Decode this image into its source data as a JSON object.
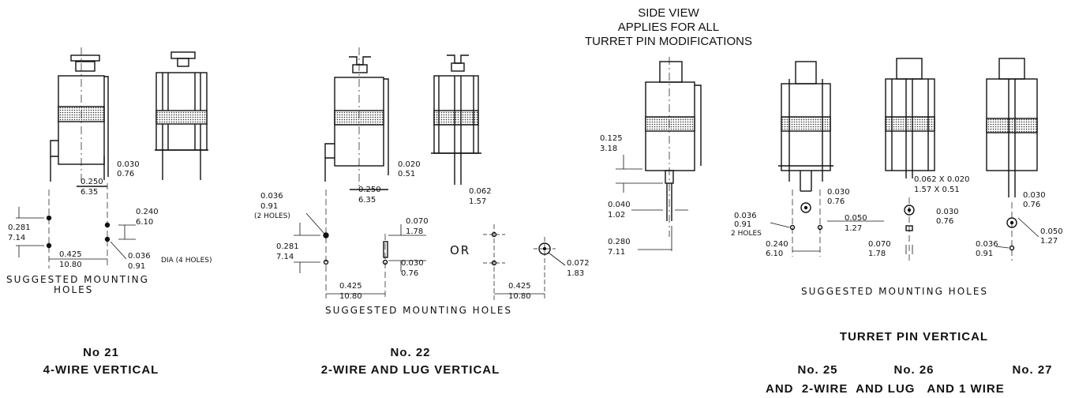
{
  "side_view": {
    "line1": "SIDE VIEW",
    "line2": "APPLIES FOR ALL",
    "line3": "TURRET PIN MODIFICATIONS"
  },
  "models": {
    "no21": {
      "number": "No 21",
      "desc": "4-WIRE VERTICAL"
    },
    "no22": {
      "number": "No. 22",
      "desc": "2-WIRE AND LUG VERTICAL"
    },
    "turret": {
      "title": "TURRET PIN  VERTICAL",
      "no25": "No. 25",
      "no26": "No. 26",
      "no27": "No. 27",
      "line_bottom": "AND  2-WIRE  AND LUG   AND 1 WIRE"
    }
  },
  "captions": {
    "mount_21_a": "SUGGESTED  MOUNTING",
    "mount_21_b": "HOLES",
    "mount_22": "SUGGESTED  MOUNTING  HOLES",
    "mount_turret": "SUGGESTED  MOUNTING  HOLES",
    "or": "OR"
  },
  "dims": {
    "d030_a": "0.030",
    "d076_a": "0.76",
    "d250_a": "0.250",
    "d635_a": "6.35",
    "d240_a": "0.240",
    "d610_a": "6.10",
    "d281_a": "0.281",
    "d714_a": "7.14",
    "d425_a": "0.425",
    "d1080_a": "10.80",
    "d036_a": "0.036",
    "d091_a": "0.91",
    "dia4": "DIA (4 HOLES)",
    "d020": "0.020",
    "d051": "0.51",
    "d036_b": "0.036",
    "d091_b": "0.91",
    "holes2_b": "(2 HOLES)",
    "d250_b": "0.250",
    "d635_b": "6.35",
    "d062": "0.062",
    "d157": "1.57",
    "d070_b": "0.070",
    "d178_b": "1.78",
    "d281_b": "0.281",
    "d714_b": "7.14",
    "d030_b": "0.030",
    "d076_b": "0.76",
    "d425_b": "0.425",
    "d1080_b": "10.80",
    "d425_c": "0.425",
    "d1080_c": "10.80",
    "d072": "0.072",
    "d183": "1.83",
    "d125": "0.125",
    "d318": "3.18",
    "d040": "0.040",
    "d102": "1.02",
    "d280": "0.280",
    "d711": "7.11",
    "d030_c": "0.030",
    "d076_c": "0.76",
    "d036_c": "0.036",
    "d091_c": "0.91",
    "holes2_c": "2 HOLES",
    "d050_a": "0.050",
    "d127_a": "1.27",
    "d240_c": "0.240",
    "d610_c": "6.10",
    "d062x020": "0.062 X 0.020",
    "d157x051": "1.57  X 0.51",
    "d030_d": "0.030",
    "d076_d": "0.76",
    "d070_c": "0.070",
    "d178_c": "1.78",
    "d030_e": "0.030",
    "d076_e": "0.76",
    "d050_b": "0.050",
    "d127_b": "1.27",
    "d036_d": "0.036",
    "d091_d": "0.91"
  }
}
